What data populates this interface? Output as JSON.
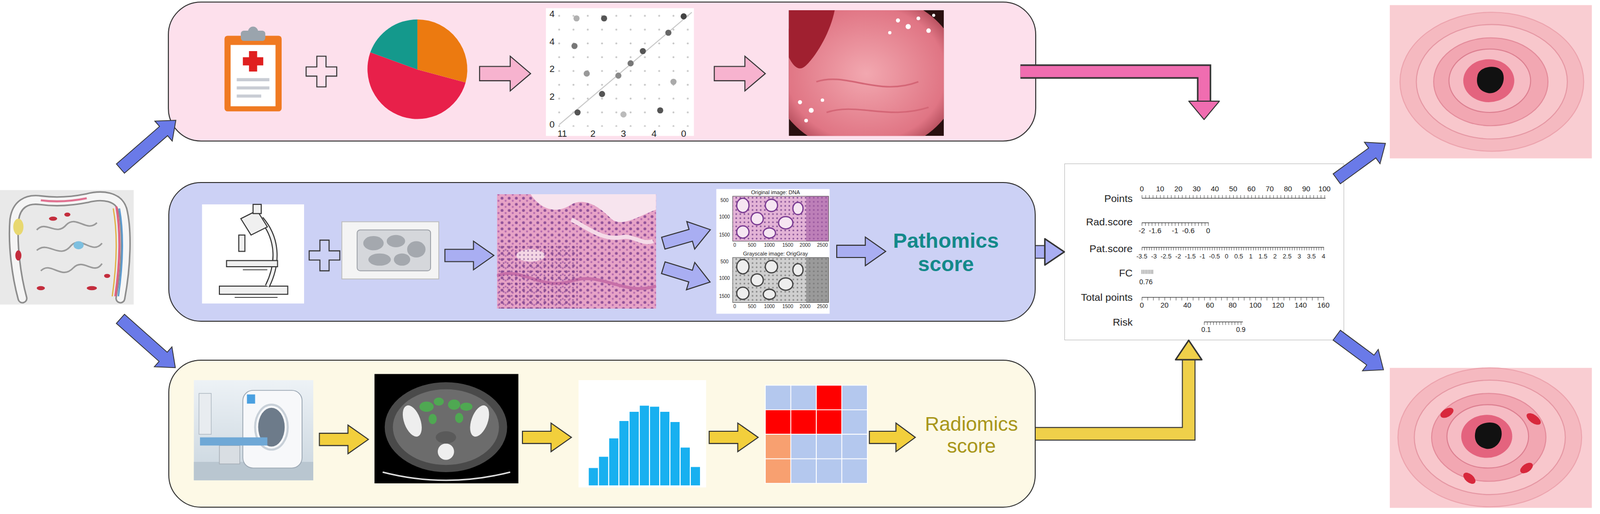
{
  "diagram": {
    "nodes": [
      {
        "text": [
          "Pathomics score"
        ]
      },
      {
        "text": [
          "Radiomics score"
        ]
      },
      {
        "text": [
          "Points",
          "Rad.score",
          "Pat.score",
          "FC",
          "Total points",
          "Risk"
        ]
      }
    ],
    "edges": [
      {
        "from": 0,
        "to": 2,
        "arrow": "to"
      },
      {
        "from": 1,
        "to": 2,
        "arrow": "to"
      }
    ],
    "labels": [
      "4",
      "4",
      "2",
      "2",
      "0",
      "11",
      "2",
      "3",
      "4",
      "0",
      "Original image: DNA",
      "500",
      "1000",
      "1500",
      "0",
      "500",
      "1000",
      "1500",
      "2000",
      "2500",
      "Grayscale image: OrigGray",
      "500",
      "1000",
      "1500",
      "0",
      "500",
      "1000",
      "1500",
      "2000",
      "2500",
      "0",
      "10",
      "20",
      "30",
      "40",
      "50",
      "60",
      "70",
      "80",
      "90",
      "100",
      "-2",
      "-1.6",
      "-1",
      "-0.6",
      "0",
      "-3.5",
      "-3",
      "-2.5",
      "-2",
      "-1.5",
      "-1",
      "-0.5",
      "0",
      "0.5",
      "1",
      "1.5",
      "2",
      "2.5",
      "3",
      "3.5",
      "4",
      "0.76",
      "0",
      "20",
      "40",
      "60",
      "80",
      "100",
      "120",
      "140",
      "160",
      "0.1",
      "0.9"
    ]
  }
}
